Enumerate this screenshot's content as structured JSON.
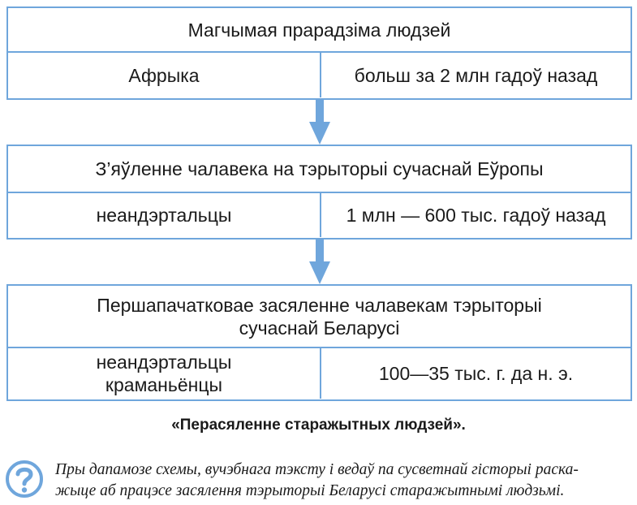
{
  "diagram": {
    "box1": {
      "title": "Магчымая прарадзіма людзей",
      "left": "Афрыка",
      "right": "больш за 2 млн гадоў назад"
    },
    "box2": {
      "title": "З’яўленне чалавека на тэрыторыі сучаснай Еўропы",
      "left": "неандэртальцы",
      "right": "1 млн — 600 тыс. гадоў назад"
    },
    "box3": {
      "title_line1": "Першапачатковае засяленне чалавекам тэрыторыі",
      "title_line2": "сучаснай Беларусі",
      "left_line1": "неандэртальцы",
      "left_line2": "краманьёнцы",
      "right": "100—35 тыс. г. да н. э."
    },
    "caption": "«Перасяленне старажытных людзей».",
    "accent_color": "#6fa6dc",
    "icon": "question-icon"
  },
  "task": {
    "line1": "Пры дапамозе схемы, вучэбнага тэксту і ведаў па сусветнай гісторыі раска-",
    "line2": "жыце аб працэсе засялення тэрыторыі Беларусі старажытнымі людзьмі."
  }
}
